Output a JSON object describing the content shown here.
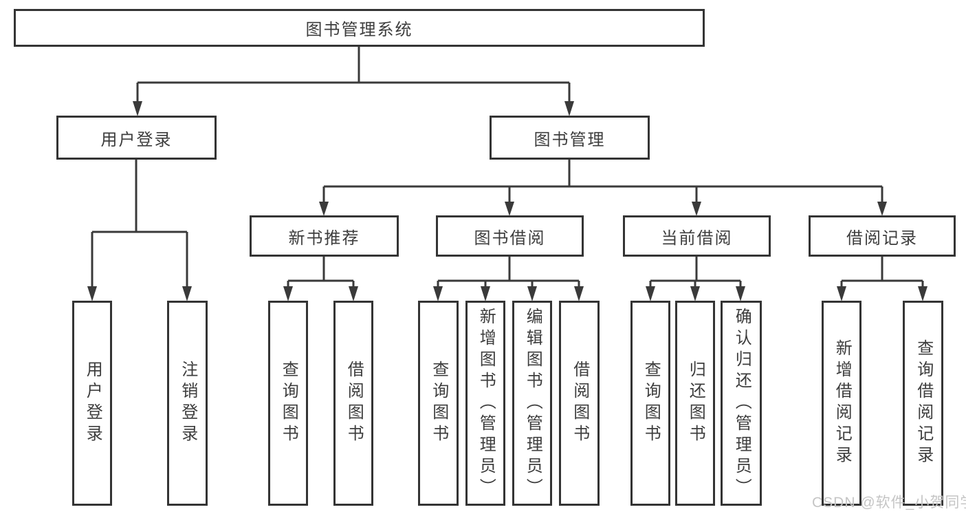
{
  "diagram": {
    "root": "图书管理系统",
    "level2": {
      "user_login": "用户登录",
      "book_mgmt": "图书管理"
    },
    "level3": {
      "new_books": "新书推荐",
      "book_borrow": "图书借阅",
      "current_borrow": "当前借阅",
      "borrow_records": "借阅记录"
    },
    "leaves": {
      "login": "用户登录",
      "logout": "注销登录",
      "nb_query": "查询图书",
      "nb_borrow": "借阅图书",
      "bb_query": "查询图书",
      "bb_add": "新增图书（管理员）",
      "bb_edit": "编辑图书（管理员）",
      "bb_borrow": "借阅图书",
      "cb_query": "查询图书",
      "cb_return": "归还图书",
      "cb_confirm": "确认归还（管理员）",
      "br_add": "新增借阅记录",
      "br_query": "查询借阅记录"
    }
  },
  "watermark": "CSDN @软件_小贺同学",
  "colors": {
    "line": "#3a3a3a",
    "box_border": "#343434",
    "box_fill": "#ffffff",
    "text": "#3d3d3d",
    "watermark": "#c5c5c5"
  }
}
